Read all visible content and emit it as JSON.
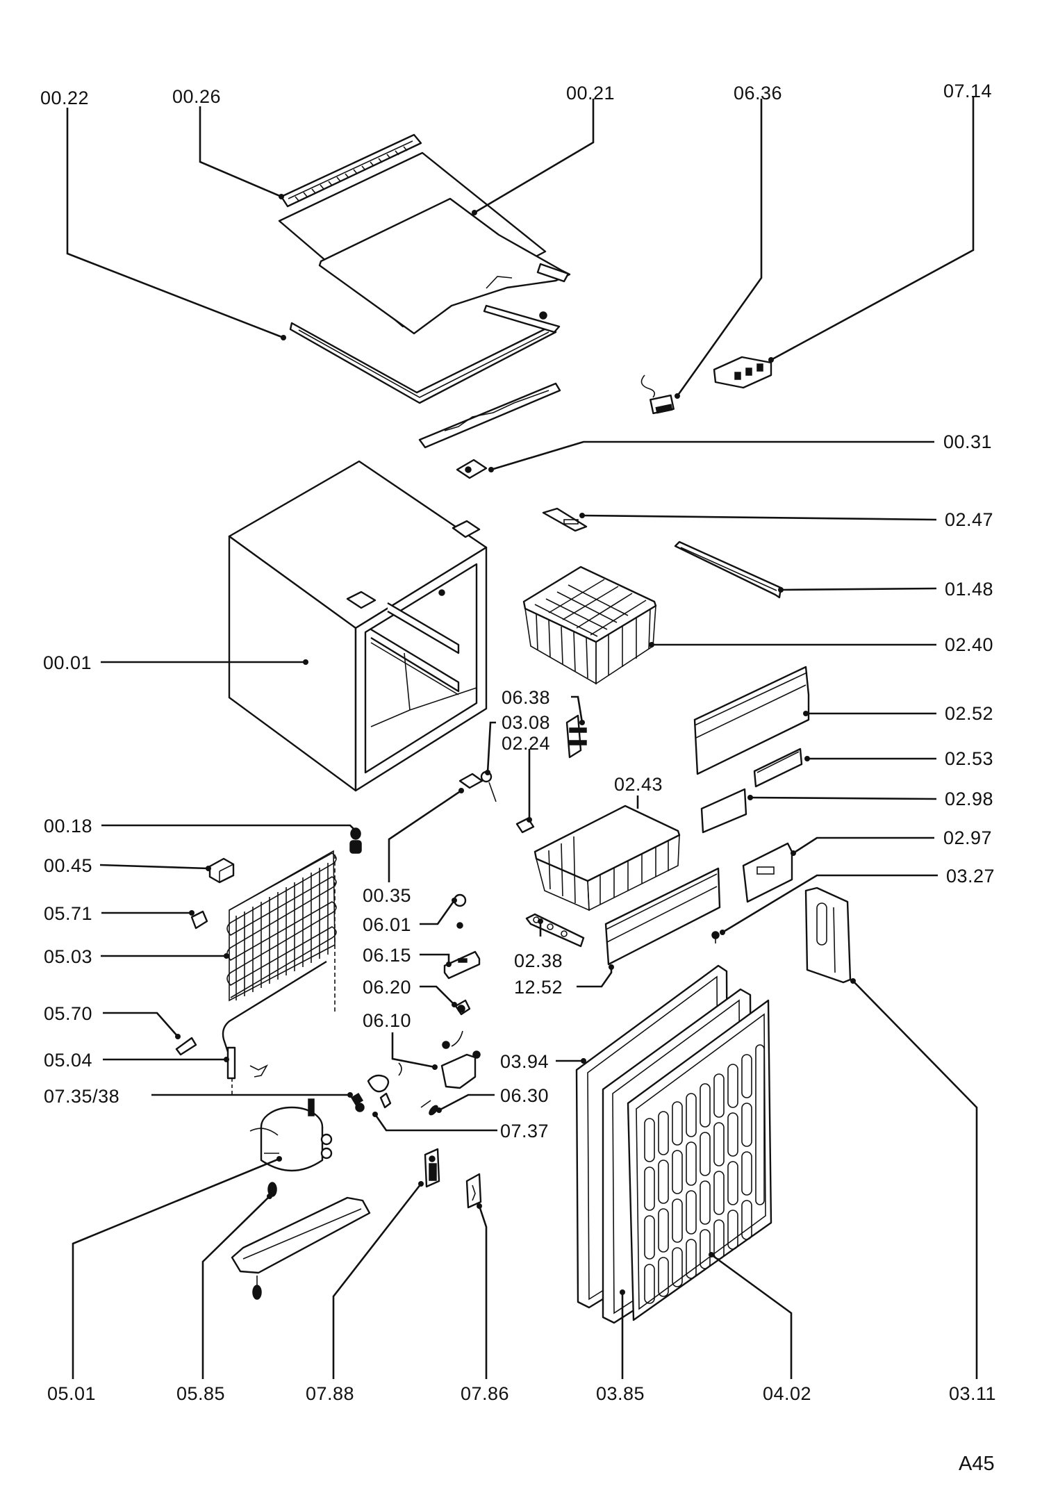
{
  "diagram": {
    "type": "exploded-parts-view",
    "subject": "refrigerator",
    "sheet_code": "A45",
    "callouts": [
      {
        "id": "00.22"
      },
      {
        "id": "00.26"
      },
      {
        "id": "00.21"
      },
      {
        "id": "06.36"
      },
      {
        "id": "07.14"
      },
      {
        "id": "00.31"
      },
      {
        "id": "02.47"
      },
      {
        "id": "01.48"
      },
      {
        "id": "02.40"
      },
      {
        "id": "00.01"
      },
      {
        "id": "06.38"
      },
      {
        "id": "03.08"
      },
      {
        "id": "02.24"
      },
      {
        "id": "02.52"
      },
      {
        "id": "02.53"
      },
      {
        "id": "02.43"
      },
      {
        "id": "02.98"
      },
      {
        "id": "00.18"
      },
      {
        "id": "02.97"
      },
      {
        "id": "00.45"
      },
      {
        "id": "00.35"
      },
      {
        "id": "03.27"
      },
      {
        "id": "05.71"
      },
      {
        "id": "06.01"
      },
      {
        "id": "05.03"
      },
      {
        "id": "06.15"
      },
      {
        "id": "02.38"
      },
      {
        "id": "12.52"
      },
      {
        "id": "06.20"
      },
      {
        "id": "05.70"
      },
      {
        "id": "06.10"
      },
      {
        "id": "05.04"
      },
      {
        "id": "03.94"
      },
      {
        "id": "07.35/38"
      },
      {
        "id": "06.30"
      },
      {
        "id": "07.37"
      },
      {
        "id": "05.01"
      },
      {
        "id": "05.85"
      },
      {
        "id": "07.88"
      },
      {
        "id": "07.86"
      },
      {
        "id": "03.85"
      },
      {
        "id": "04.02"
      },
      {
        "id": "03.11"
      }
    ]
  }
}
